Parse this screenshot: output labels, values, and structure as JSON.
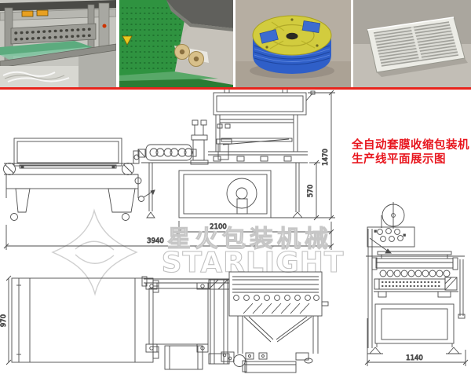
{
  "caption": {
    "line1": "全自动套膜收缩包装机",
    "line2": "生产线平面展示图",
    "color": "#e8161e"
  },
  "divider_color": "#e8241c",
  "watermark": {
    "chinese": "星火包装机械",
    "english": "STARLIGHT"
  },
  "photos": [
    {
      "subject": "sealing knife bar close-up with green conveyor and shrink film"
    },
    {
      "subject": "green film-feeding machine with perforated panel and film rollers"
    },
    {
      "subject": "roll of blue POF shrink film on yellow reel"
    },
    {
      "subject": "white plastic grid tray product sample"
    }
  ],
  "dimensions": {
    "total_length": "3940",
    "sealer_length": "2100",
    "sealer_height": "1470",
    "table_height": "570",
    "conveyor_width": "970",
    "front_width": "1140"
  }
}
